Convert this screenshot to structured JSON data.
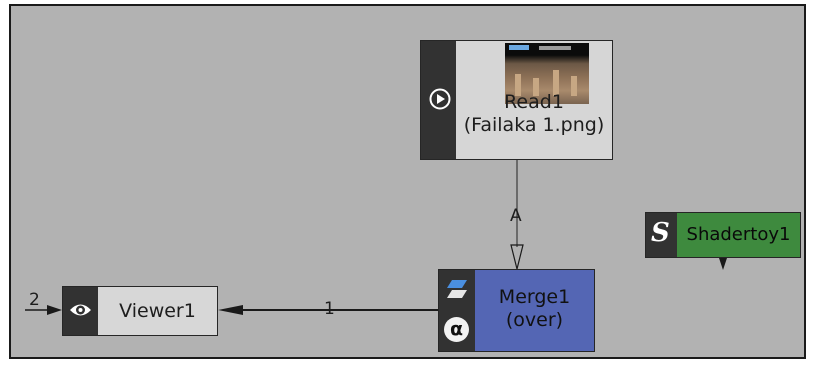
{
  "nodes": {
    "read": {
      "title": "Read1",
      "subtitle": "(Failaka 1.png)"
    },
    "merge": {
      "title": "Merge1",
      "subtitle": "(over)"
    },
    "viewer": {
      "title": "Viewer1"
    },
    "shadertoy": {
      "title": "Shadertoy1",
      "logo": "S"
    }
  },
  "edges": {
    "read_to_merge_label": "A",
    "merge_to_viewer_label": "1",
    "viewer_input_label": "2"
  },
  "icons": {
    "read": "play-icon",
    "merge_top": "merge-layers-icon",
    "merge_bottom": "alpha-icon",
    "viewer": "eye-icon",
    "shadertoy": "shadertoy-logo-icon"
  },
  "colors": {
    "canvas": "#b2b2b2",
    "merge_node": "#5466b4",
    "shadertoy_node": "#3e8a3e",
    "read_node": "#d6d6d6",
    "viewer_node": "#d7d7d7",
    "icon_strip": "#323232"
  }
}
